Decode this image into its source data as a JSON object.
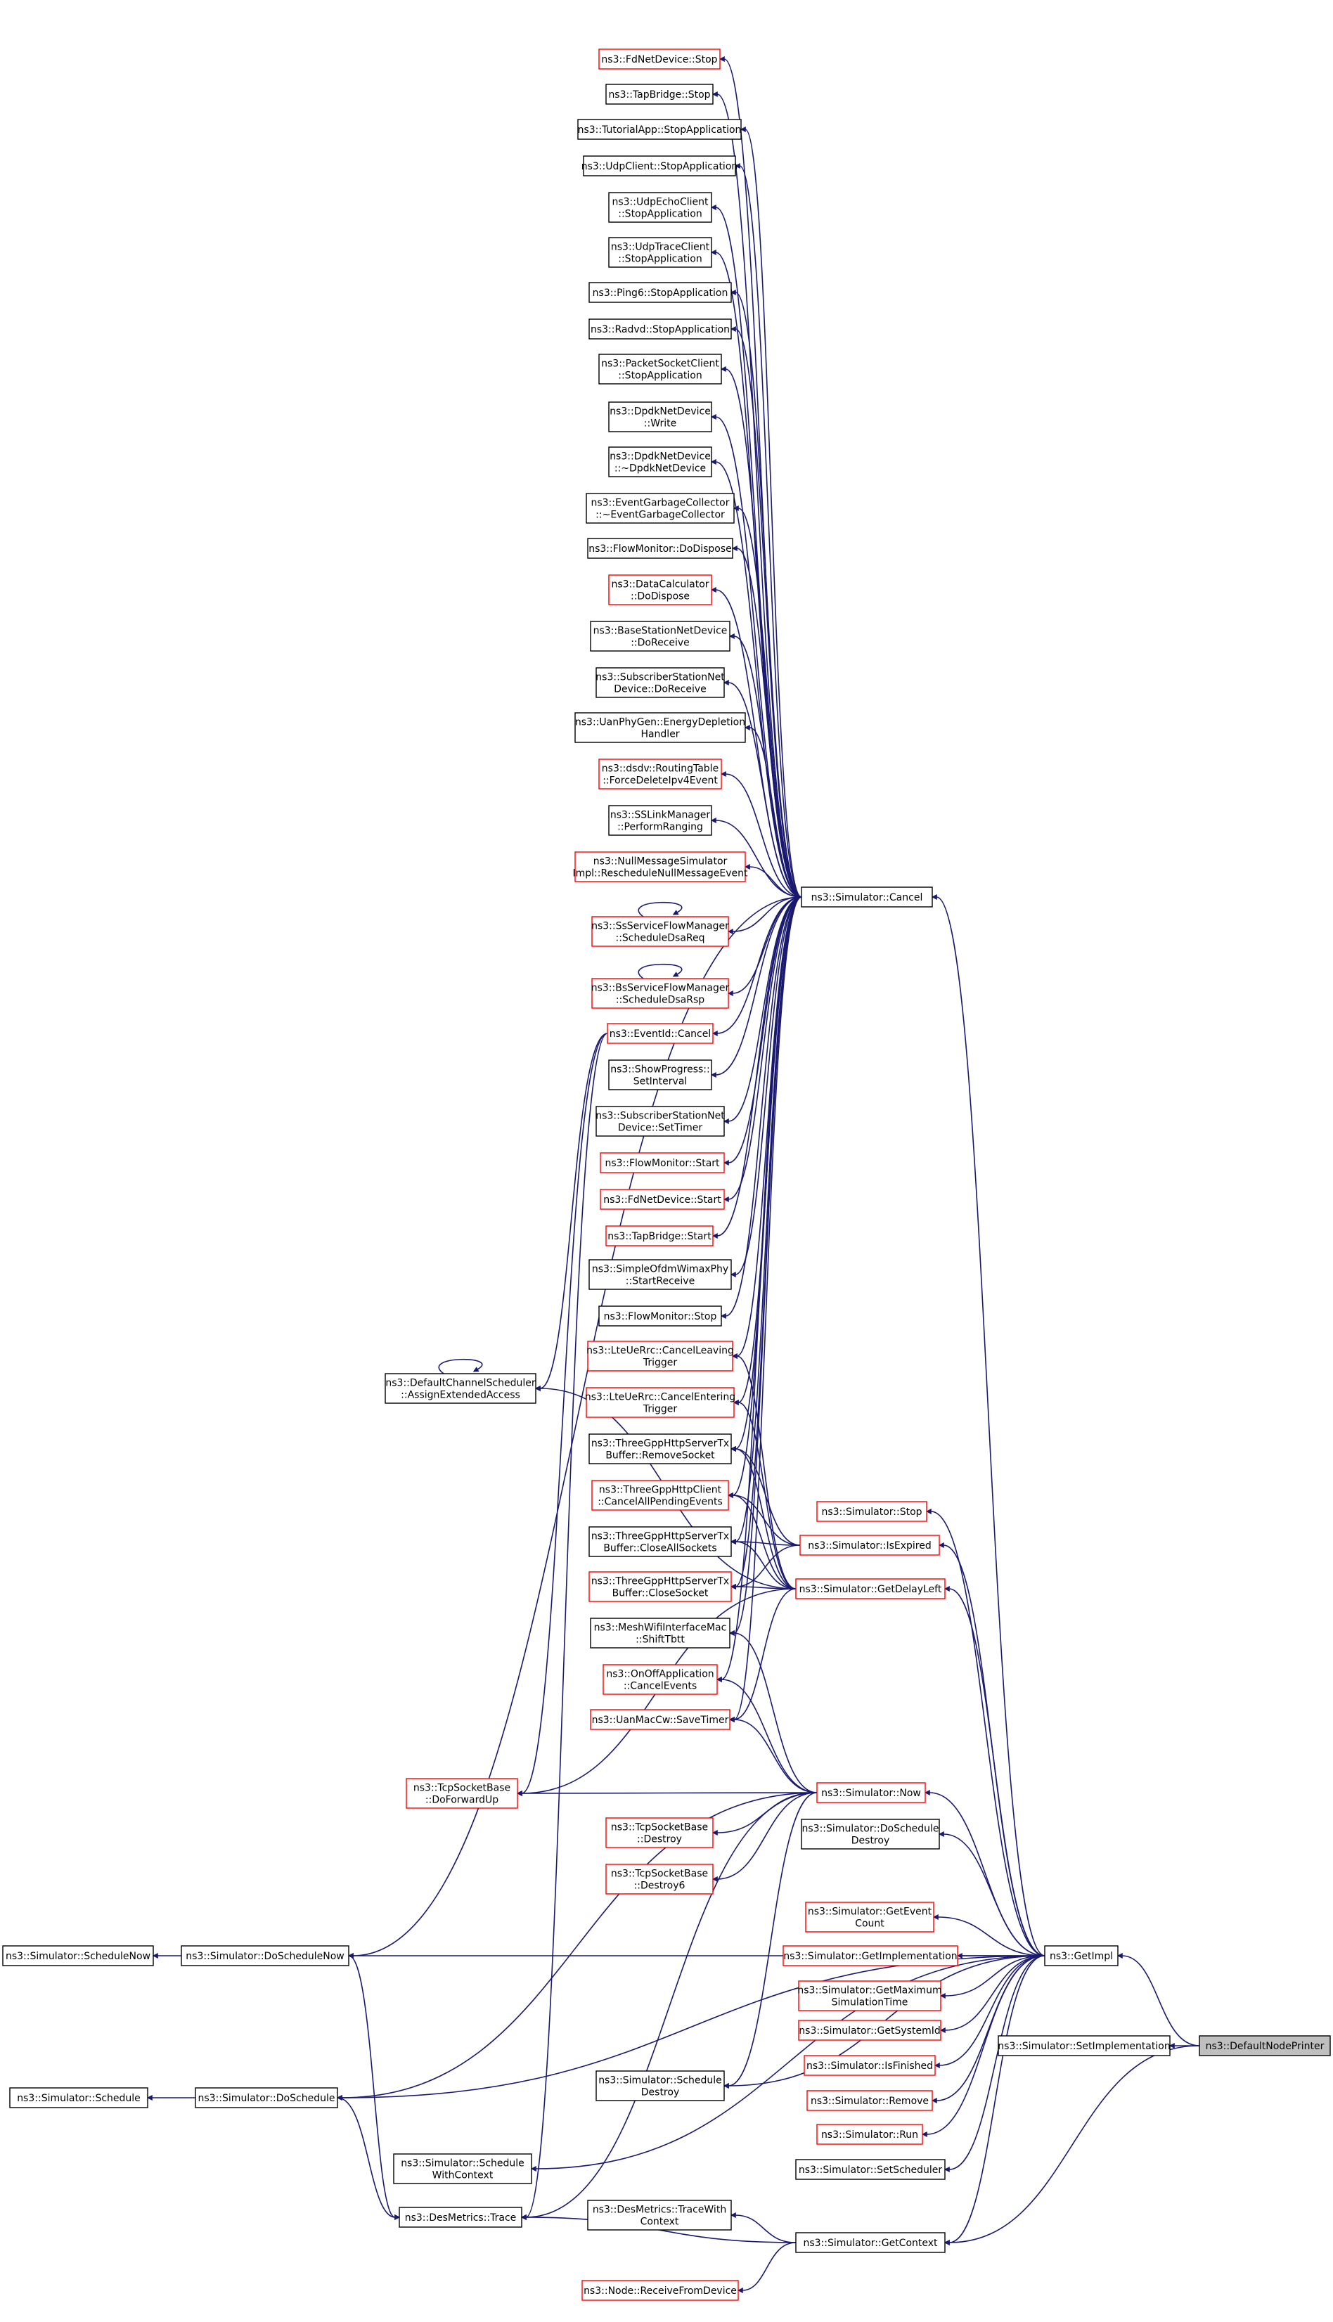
{
  "colors": {
    "edge": "#191970",
    "border_incomplete": "#ff0000",
    "border_complete": "#000000",
    "focus_fill": "#bfbfbf",
    "node_fill": "#ffffff"
  },
  "graph": {
    "focus": "ns3::DefaultNodePrinter",
    "nodes": [
      {
        "id": "fdstop",
        "lines": [
          "ns3::FdNetDevice::Stop"
        ],
        "border": "red"
      },
      {
        "id": "tapstop",
        "lines": [
          "ns3::TapBridge::Stop"
        ],
        "border": "black"
      },
      {
        "id": "tutstop",
        "lines": [
          "ns3::TutorialApp::StopApplication"
        ],
        "border": "black"
      },
      {
        "id": "udpcstop",
        "lines": [
          "ns3::UdpClient::StopApplication"
        ],
        "border": "black"
      },
      {
        "id": "udpecho",
        "lines": [
          "ns3::UdpEchoClient",
          "::StopApplication"
        ],
        "border": "black"
      },
      {
        "id": "udptrace",
        "lines": [
          "ns3::UdpTraceClient",
          "::StopApplication"
        ],
        "border": "black"
      },
      {
        "id": "ping6",
        "lines": [
          "ns3::Ping6::StopApplication"
        ],
        "border": "black"
      },
      {
        "id": "radvd",
        "lines": [
          "ns3::Radvd::StopApplication"
        ],
        "border": "black"
      },
      {
        "id": "pktsock",
        "lines": [
          "ns3::PacketSocketClient",
          "::StopApplication"
        ],
        "border": "black"
      },
      {
        "id": "dpdkwrite",
        "lines": [
          "ns3::DpdkNetDevice",
          "::Write"
        ],
        "border": "black"
      },
      {
        "id": "dpdkdtor",
        "lines": [
          "ns3::DpdkNetDevice",
          "::~DpdkNetDevice"
        ],
        "border": "black"
      },
      {
        "id": "egc",
        "lines": [
          "ns3::EventGarbageCollector",
          "::~EventGarbageCollector"
        ],
        "border": "black"
      },
      {
        "id": "fmdispose",
        "lines": [
          "ns3::FlowMonitor::DoDispose"
        ],
        "border": "black"
      },
      {
        "id": "datacalc",
        "lines": [
          "ns3::DataCalculator",
          "::DoDispose"
        ],
        "border": "red"
      },
      {
        "id": "bsrecv",
        "lines": [
          "ns3::BaseStationNetDevice",
          "::DoReceive"
        ],
        "border": "black"
      },
      {
        "id": "ssrecv",
        "lines": [
          "ns3::SubscriberStationNet",
          "Device::DoReceive"
        ],
        "border": "black"
      },
      {
        "id": "uanphy",
        "lines": [
          "ns3::UanPhyGen::EnergyDepletion",
          "Handler"
        ],
        "border": "black"
      },
      {
        "id": "dsdv",
        "lines": [
          "ns3::dsdv::RoutingTable",
          "::ForceDeleteIpv4Event"
        ],
        "border": "red"
      },
      {
        "id": "sslink",
        "lines": [
          "ns3::SSLinkManager",
          "::PerformRanging"
        ],
        "border": "black"
      },
      {
        "id": "nullmsg",
        "lines": [
          "ns3::NullMessageSimulator",
          "Impl::RescheduleNullMessageEvent"
        ],
        "border": "red"
      },
      {
        "id": "cancel",
        "lines": [
          "ns3::Simulator::Cancel"
        ],
        "border": "black"
      },
      {
        "id": "ssflow",
        "lines": [
          "ns3::SsServiceFlowManager",
          "::ScheduleDsaReq"
        ],
        "border": "red"
      },
      {
        "id": "bsflow",
        "lines": [
          "ns3::BsServiceFlowManager",
          "::ScheduleDsaRsp"
        ],
        "border": "red"
      },
      {
        "id": "evcancel",
        "lines": [
          "ns3::EventId::Cancel"
        ],
        "border": "red"
      },
      {
        "id": "showprog",
        "lines": [
          "ns3::ShowProgress::",
          "SetInterval"
        ],
        "border": "black"
      },
      {
        "id": "sstimer",
        "lines": [
          "ns3::SubscriberStationNet",
          "Device::SetTimer"
        ],
        "border": "black"
      },
      {
        "id": "fmstart",
        "lines": [
          "ns3::FlowMonitor::Start"
        ],
        "border": "red"
      },
      {
        "id": "fdstart",
        "lines": [
          "ns3::FdNetDevice::Start"
        ],
        "border": "red"
      },
      {
        "id": "tapstart",
        "lines": [
          "ns3::TapBridge::Start"
        ],
        "border": "red"
      },
      {
        "id": "simpleofdm",
        "lines": [
          "ns3::SimpleOfdmWimaxPhy",
          "::StartReceive"
        ],
        "border": "black"
      },
      {
        "id": "fmstop",
        "lines": [
          "ns3::FlowMonitor::Stop"
        ],
        "border": "black"
      },
      {
        "id": "dcsched",
        "lines": [
          "ns3::DefaultChannelScheduler",
          "::AssignExtendedAccess"
        ],
        "border": "black"
      },
      {
        "id": "lteleave",
        "lines": [
          "ns3::LteUeRrc::CancelLeaving",
          "Trigger"
        ],
        "border": "red"
      },
      {
        "id": "lteenter",
        "lines": [
          "ns3::LteUeRrc::CancelEntering",
          "Trigger"
        ],
        "border": "red"
      },
      {
        "id": "tgremove",
        "lines": [
          "ns3::ThreeGppHttpServerTx",
          "Buffer::RemoveSocket"
        ],
        "border": "black"
      },
      {
        "id": "tgclient",
        "lines": [
          "ns3::ThreeGppHttpClient",
          "::CancelAllPendingEvents"
        ],
        "border": "red"
      },
      {
        "id": "simstop",
        "lines": [
          "ns3::Simulator::Stop"
        ],
        "border": "red"
      },
      {
        "id": "isexpired",
        "lines": [
          "ns3::Simulator::IsExpired"
        ],
        "border": "red"
      },
      {
        "id": "tgcloseall",
        "lines": [
          "ns3::ThreeGppHttpServerTx",
          "Buffer::CloseAllSockets"
        ],
        "border": "black"
      },
      {
        "id": "tgclose",
        "lines": [
          "ns3::ThreeGppHttpServerTx",
          "Buffer::CloseSocket"
        ],
        "border": "red"
      },
      {
        "id": "getdelay",
        "lines": [
          "ns3::Simulator::GetDelayLeft"
        ],
        "border": "red"
      },
      {
        "id": "meshshift",
        "lines": [
          "ns3::MeshWifiInterfaceMac",
          "::ShiftTbtt"
        ],
        "border": "black"
      },
      {
        "id": "onoff",
        "lines": [
          "ns3::OnOffApplication",
          "::CancelEvents"
        ],
        "border": "red"
      },
      {
        "id": "uanmac",
        "lines": [
          "ns3::UanMacCw::SaveTimer"
        ],
        "border": "red"
      },
      {
        "id": "tcpfwd",
        "lines": [
          "ns3::TcpSocketBase",
          "::DoForwardUp"
        ],
        "border": "red"
      },
      {
        "id": "now",
        "lines": [
          "ns3::Simulator::Now"
        ],
        "border": "red"
      },
      {
        "id": "tcpdestroy",
        "lines": [
          "ns3::TcpSocketBase",
          "::Destroy"
        ],
        "border": "red"
      },
      {
        "id": "dosdestroy",
        "lines": [
          "ns3::Simulator::DoSchedule",
          "Destroy"
        ],
        "border": "black"
      },
      {
        "id": "tcpdestroy6",
        "lines": [
          "ns3::TcpSocketBase",
          "::Destroy6"
        ],
        "border": "red"
      },
      {
        "id": "geteventcount",
        "lines": [
          "ns3::Simulator::GetEvent",
          "Count"
        ],
        "border": "red"
      },
      {
        "id": "schednow",
        "lines": [
          "ns3::Simulator::ScheduleNow"
        ],
        "border": "black"
      },
      {
        "id": "doschednow",
        "lines": [
          "ns3::Simulator::DoScheduleNow"
        ],
        "border": "black"
      },
      {
        "id": "getimplementation",
        "lines": [
          "ns3::Simulator::GetImplementation"
        ],
        "border": "red"
      },
      {
        "id": "getimpl",
        "lines": [
          "ns3::GetImpl"
        ],
        "border": "black"
      },
      {
        "id": "getmaxsim",
        "lines": [
          "ns3::Simulator::GetMaximum",
          "SimulationTime"
        ],
        "border": "red"
      },
      {
        "id": "setimplementation",
        "lines": [
          "ns3::Simulator::SetImplementation"
        ],
        "border": "black"
      },
      {
        "id": "defaultnodeprinter",
        "lines": [
          "ns3::DefaultNodePrinter"
        ],
        "border": "focus"
      },
      {
        "id": "getsystemid",
        "lines": [
          "ns3::Simulator::GetSystemId"
        ],
        "border": "red"
      },
      {
        "id": "schedule",
        "lines": [
          "ns3::Simulator::Schedule"
        ],
        "border": "black"
      },
      {
        "id": "doschedule",
        "lines": [
          "ns3::Simulator::DoSchedule"
        ],
        "border": "black"
      },
      {
        "id": "schedestroy",
        "lines": [
          "ns3::Simulator::Schedule",
          "Destroy"
        ],
        "border": "black"
      },
      {
        "id": "isfinished",
        "lines": [
          "ns3::Simulator::IsFinished"
        ],
        "border": "red"
      },
      {
        "id": "remove",
        "lines": [
          "ns3::Simulator::Remove"
        ],
        "border": "red"
      },
      {
        "id": "run",
        "lines": [
          "ns3::Simulator::Run"
        ],
        "border": "red"
      },
      {
        "id": "schedctx",
        "lines": [
          "ns3::Simulator::Schedule",
          "WithContext"
        ],
        "border": "black"
      },
      {
        "id": "setscheduler",
        "lines": [
          "ns3::Simulator::SetScheduler"
        ],
        "border": "black"
      },
      {
        "id": "destrace",
        "lines": [
          "ns3::DesMetrics::Trace"
        ],
        "border": "black"
      },
      {
        "id": "destracectx",
        "lines": [
          "ns3::DesMetrics::TraceWith",
          "Context"
        ],
        "border": "black"
      },
      {
        "id": "getcontext",
        "lines": [
          "ns3::Simulator::GetContext"
        ],
        "border": "black"
      },
      {
        "id": "nodereceive",
        "lines": [
          "ns3::Node::ReceiveFromDevice"
        ],
        "border": "red"
      }
    ]
  }
}
